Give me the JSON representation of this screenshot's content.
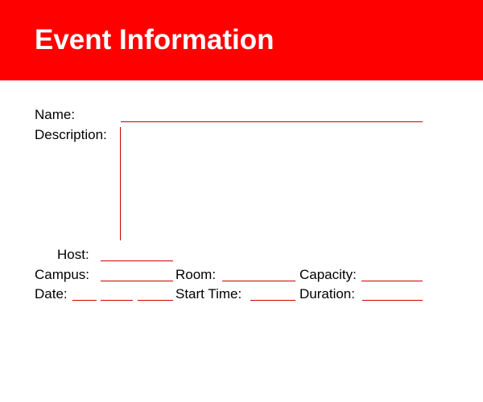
{
  "header": {
    "title": "Event Information",
    "background_color": "#ff0000",
    "title_color": "#ffffff"
  },
  "form": {
    "name_label": "Name:",
    "description_label": "Description:",
    "host_label": "Host:",
    "campus_label": "Campus:",
    "room_label": "Room:",
    "capacity_label": "Capacity:",
    "date_label": "Date:",
    "start_time_label": "Start Time:",
    "duration_label": "Duration:",
    "line_color": "#cc0000"
  }
}
